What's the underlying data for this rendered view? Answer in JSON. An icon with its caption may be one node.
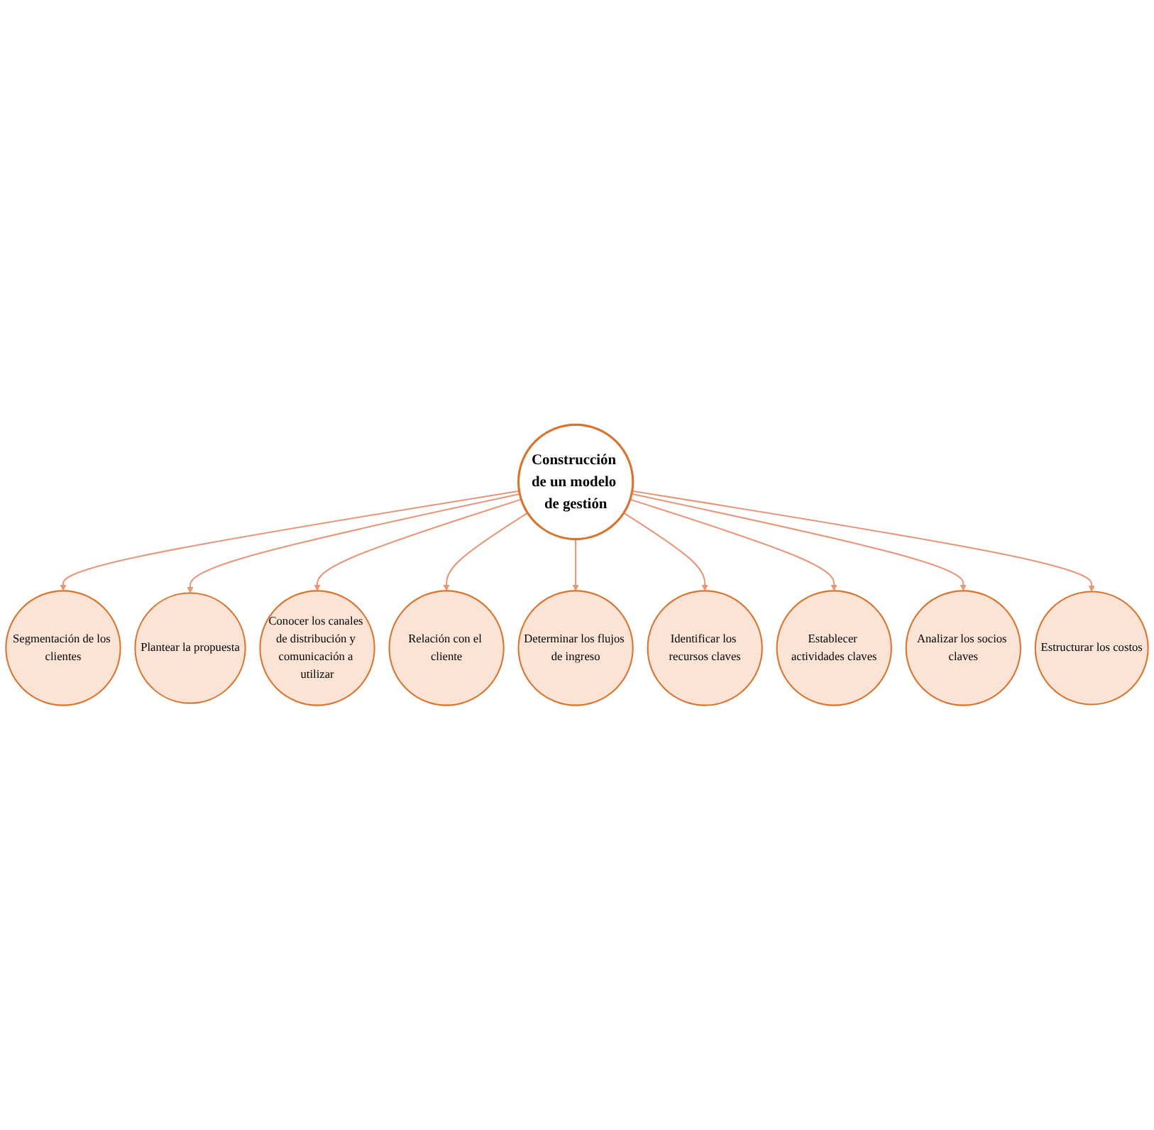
{
  "diagram": {
    "nodes": [
      {
        "text": [
          "Construcción de un modelo de gestión"
        ]
      },
      {
        "text": [
          "Segmentación de los clientes"
        ]
      },
      {
        "text": [
          "Plantear la propuesta"
        ]
      },
      {
        "text": [
          "Conocer los canales de distribución y comunicación a utilizar"
        ]
      },
      {
        "text": [
          "Relación con el cliente"
        ]
      },
      {
        "text": [
          "Determinar los flujos de ingreso"
        ]
      },
      {
        "text": [
          "Identificar los recursos claves"
        ]
      },
      {
        "text": [
          "Establecer actividades claves"
        ]
      },
      {
        "text": [
          "Analizar los socios claves"
        ]
      },
      {
        "text": [
          "Estructurar los costos"
        ]
      }
    ],
    "edges": [
      {
        "from": 0,
        "to": 1,
        "arrow": "to"
      },
      {
        "from": 0,
        "to": 2,
        "arrow": "to"
      },
      {
        "from": 0,
        "to": 3,
        "arrow": "to"
      },
      {
        "from": 0,
        "to": 4,
        "arrow": "to"
      },
      {
        "from": 0,
        "to": 5,
        "arrow": "to"
      },
      {
        "from": 0,
        "to": 6,
        "arrow": "to"
      },
      {
        "from": 0,
        "to": 7,
        "arrow": "to"
      },
      {
        "from": 0,
        "to": 8,
        "arrow": "to"
      },
      {
        "from": 0,
        "to": 9,
        "arrow": "to"
      }
    ]
  }
}
